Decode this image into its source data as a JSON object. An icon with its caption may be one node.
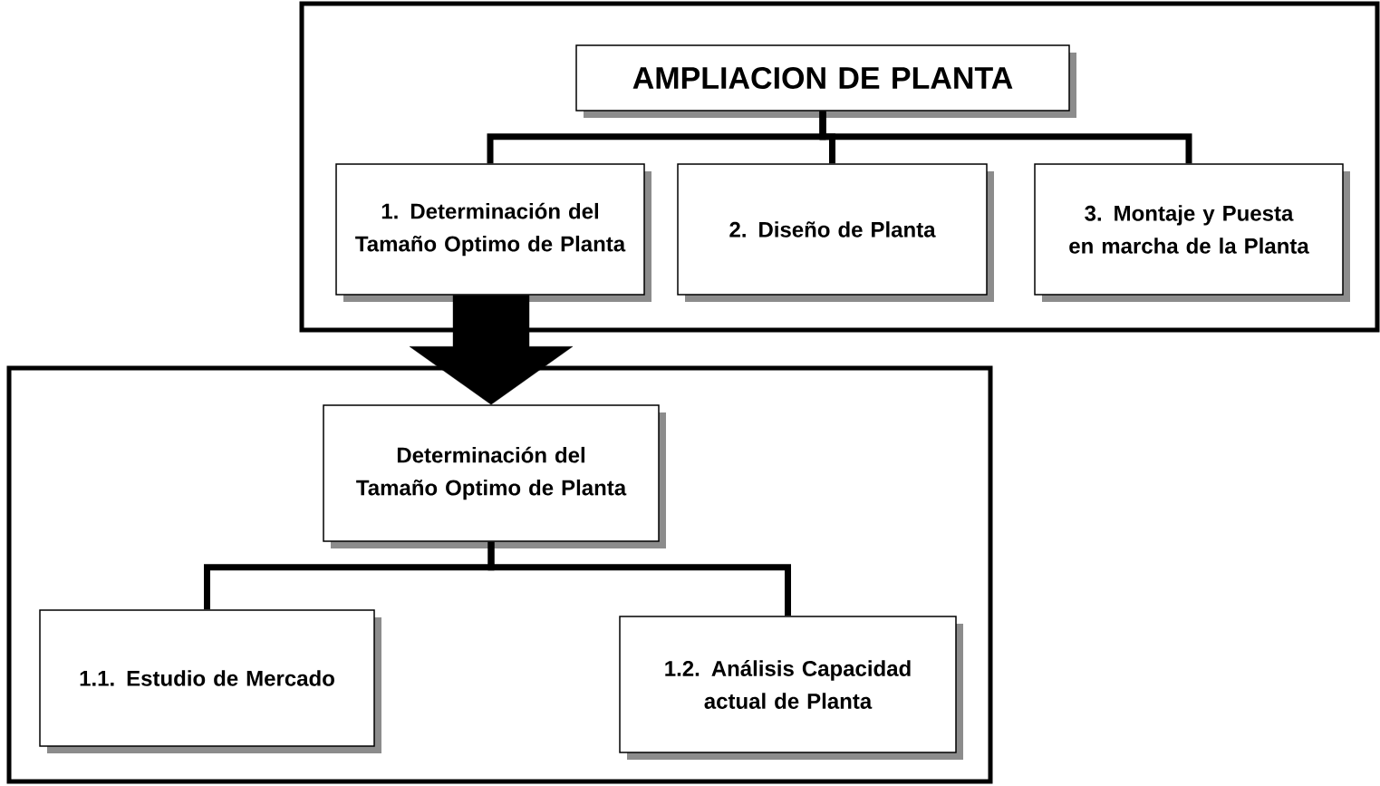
{
  "diagram": {
    "nodes": [
      {
        "text": [],
        "shape": "box"
      },
      {
        "text": [
          "AMPLIACION DE PLANTA"
        ],
        "in": 0
      },
      {
        "text": [
          "1.  Determinación del Tamaño Optimo de Planta"
        ],
        "in": 0
      },
      {
        "text": [
          "2.  Diseño de Planta"
        ],
        "in": 0
      },
      {
        "text": [
          "3.  Montaje y Puesta en marcha de la Planta"
        ],
        "in": 0
      },
      {
        "text": [],
        "shape": "box"
      },
      {
        "text": [
          "Determinación del Tamaño Optimo de Planta"
        ],
        "in": 5
      },
      {
        "text": [
          "1.1. Estudio de Mercado"
        ],
        "in": 5
      },
      {
        "text": [
          "1.2.  Análisis Capacidad actual de Planta"
        ],
        "in": 5
      }
    ],
    "edges": [
      {
        "from": 1,
        "to": 2,
        "arrow": "none"
      },
      {
        "from": 1,
        "to": 3,
        "arrow": "none"
      },
      {
        "from": 1,
        "to": 4,
        "arrow": "none"
      },
      {
        "from": 2,
        "to": 6,
        "arrow": "to",
        "style": "thick"
      },
      {
        "from": 6,
        "to": 7,
        "arrow": "none"
      },
      {
        "from": 6,
        "to": 8,
        "arrow": "none"
      }
    ]
  }
}
